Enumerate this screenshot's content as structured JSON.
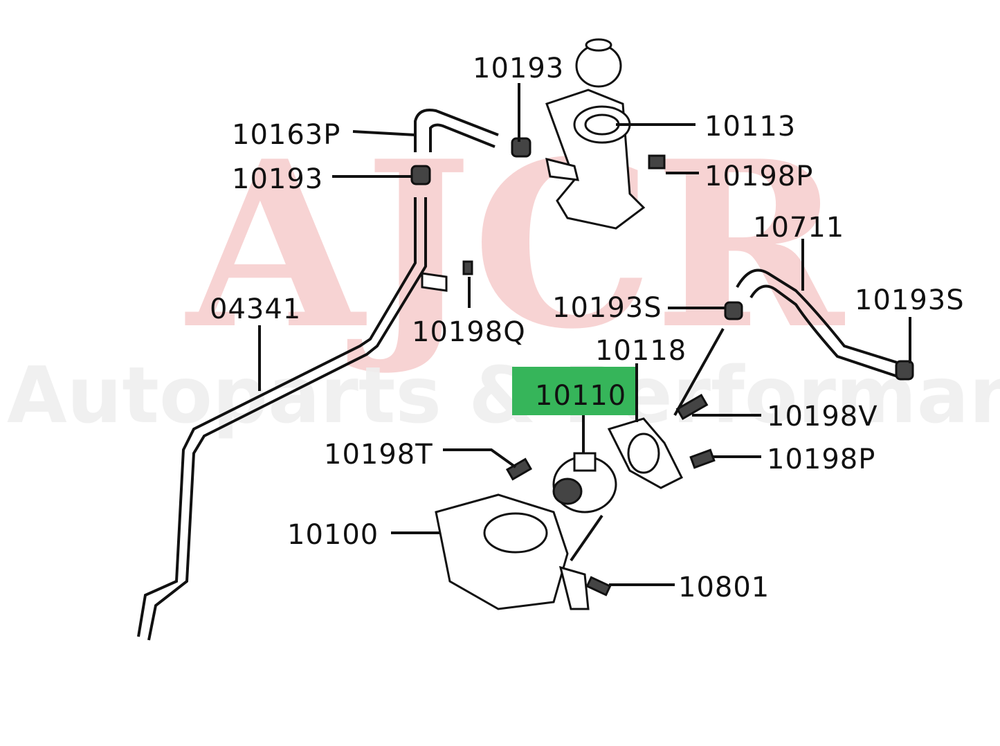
{
  "diagram": {
    "watermark_main": "AJCR",
    "watermark_sub": "Autoparts & Performance",
    "highlight_color": "#36b55a",
    "watermark_main_color": "#f6cccc",
    "callouts": {
      "c1": "10193",
      "c2": "10113",
      "c3": "10163P",
      "c4": "10193",
      "c5": "10198P",
      "c6": "10711",
      "c7": "04341",
      "c8": "10198Q",
      "c9": "10193S",
      "c10": "10193S",
      "c11": "10118",
      "c12": "10110",
      "c13": "10198V",
      "c14": "10198T",
      "c15": "10198P",
      "c16": "10100",
      "c17": "10801"
    }
  }
}
